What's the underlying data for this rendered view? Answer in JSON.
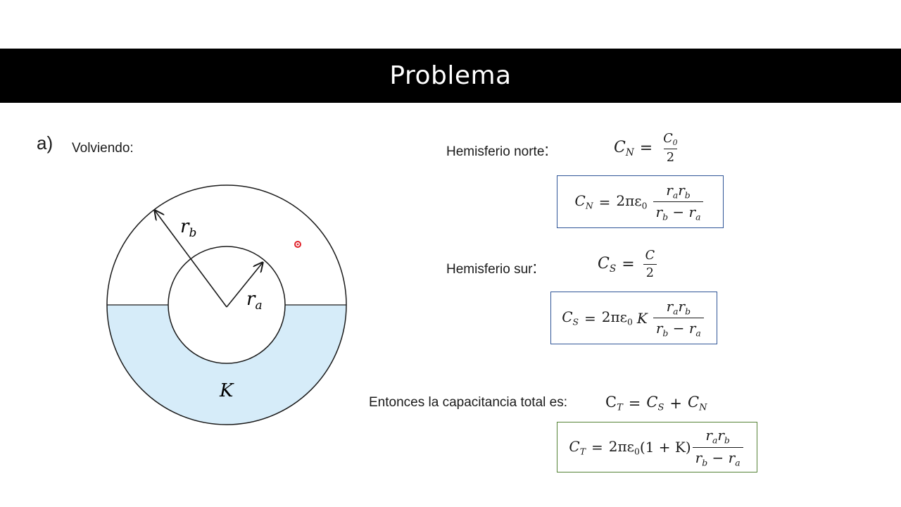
{
  "title": "Problema",
  "part_label": "a)",
  "intro": "Volviendo:",
  "north": {
    "label": "Hemisferio norte",
    "colon": ":",
    "lhs": "C",
    "lhs_sub": "N",
    "eq": "=",
    "num": "C",
    "num_sub": "0",
    "den": "2",
    "box": {
      "lhs": "C",
      "lhs_sub": "N",
      "eq": "=",
      "coef": "2πε",
      "coef_sub": "0",
      "num_a": "r",
      "num_a_sub": "a",
      "num_b": "r",
      "num_b_sub": "b",
      "den_a": "r",
      "den_a_sub": "b",
      "minus": "−",
      "den_b": "r",
      "den_b_sub": "a"
    }
  },
  "south": {
    "label": "Hemisferio sur",
    "colon": ":",
    "lhs": "C",
    "lhs_sub": "S",
    "eq": "=",
    "num": "C",
    "den": "2",
    "box": {
      "lhs": "C",
      "lhs_sub": "S",
      "eq": "=",
      "coef": "2πε",
      "coef_sub": "0",
      "k": "K",
      "num_a": "r",
      "num_a_sub": "a",
      "num_b": "r",
      "num_b_sub": "b",
      "den_a": "r",
      "den_a_sub": "b",
      "minus": "−",
      "den_b": "r",
      "den_b_sub": "a"
    }
  },
  "total": {
    "label": "Entonces la capacitancia total es:",
    "lhs": "C",
    "lhs_sub": "T",
    "eq": "=",
    "s": "C",
    "s_sub": "S",
    "plus": "+",
    "n": "C",
    "n_sub": "N",
    "box": {
      "lhs": "C",
      "lhs_sub": "T",
      "eq": "=",
      "coef": "2πε",
      "coef_sub": "0",
      "paren": "(1 + K)",
      "num_a": "r",
      "num_a_sub": "a",
      "num_b": "r",
      "num_b_sub": "b",
      "den_a": "r",
      "den_a_sub": "b",
      "minus": "−",
      "den_b": "r",
      "den_b_sub": "a"
    }
  },
  "diagram": {
    "rb": "r",
    "rb_sub": "b",
    "ra": "r",
    "ra_sub": "a",
    "k": "K",
    "fill_color": "#d6ecf9",
    "pointer_color": "#e0222a"
  }
}
